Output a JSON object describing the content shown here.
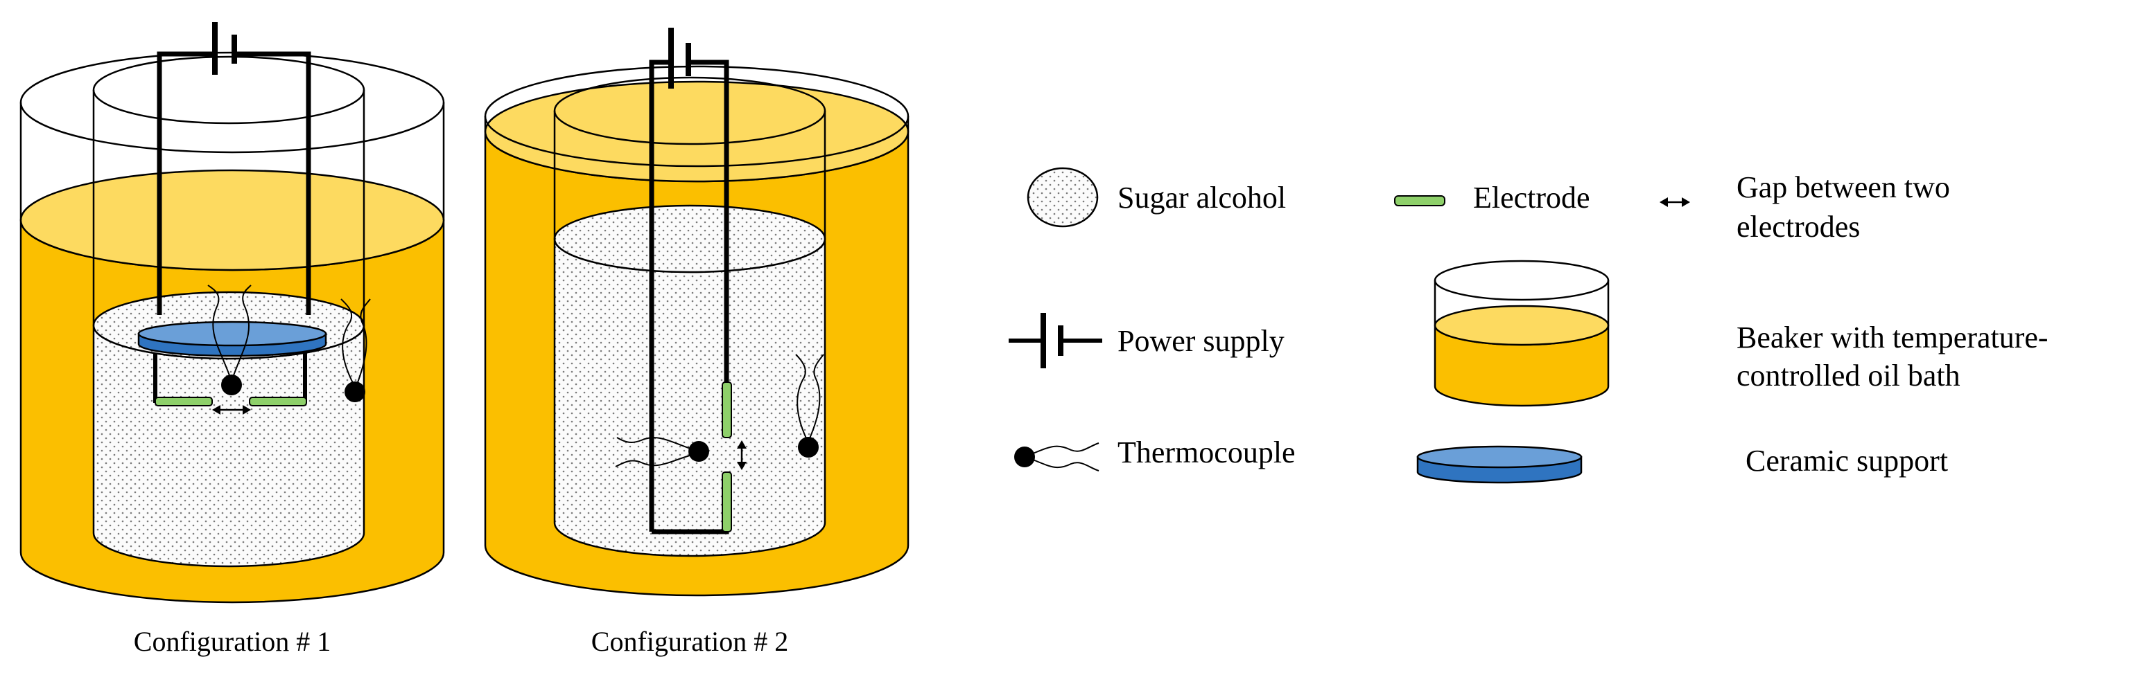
{
  "colors": {
    "oil": "#FBBF00",
    "oil_surface": "#FDDA60",
    "electrode": "#8ED06A",
    "ceramic": "#2F74C0",
    "ceramic_top": "#6A9FD8",
    "sugar_fill": "#FBFBFB",
    "stroke": "#000000"
  },
  "captions": {
    "config1": "Configuration # 1",
    "config2": "Configuration # 2"
  },
  "legend": {
    "sugar_alcohol": "Sugar alcohol",
    "electrode": "Electrode",
    "gap_line1": "Gap between two",
    "gap_line2": "electrodes",
    "power_supply": "Power supply",
    "beaker_line1": "Beaker with temperature-",
    "beaker_line2": "controlled oil bath",
    "thermocouple": "Thermocouple",
    "ceramic_support": "Ceramic support"
  }
}
